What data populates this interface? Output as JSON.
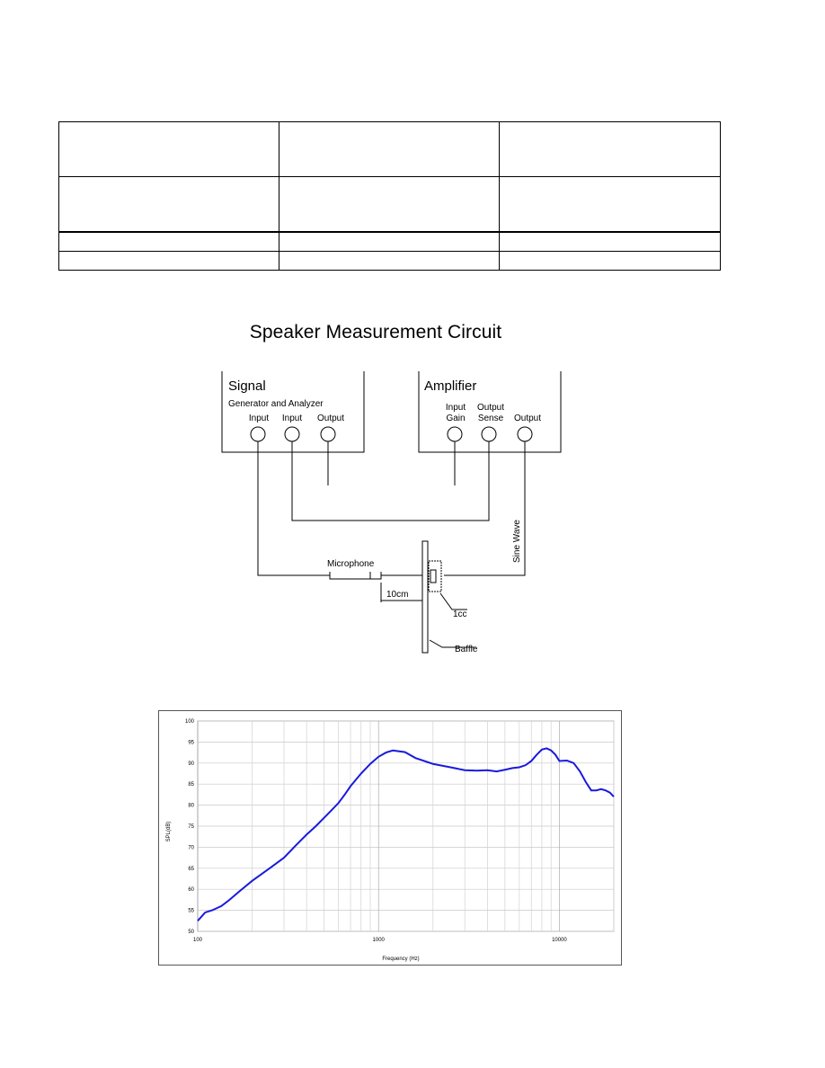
{
  "table": {
    "rows": [
      [
        "",
        "",
        ""
      ],
      [
        "",
        "",
        ""
      ],
      [
        "",
        "",
        ""
      ],
      [
        "",
        "",
        ""
      ]
    ]
  },
  "circuit": {
    "title": "Speaker Measurement Circuit",
    "signal_box": {
      "title": "Signal",
      "subtitle": "Generator and Analyzer",
      "ports": [
        "Input",
        "Input",
        "Output"
      ]
    },
    "amplifier_box": {
      "title": "Amplifier",
      "ports": [
        [
          "Input",
          "Gain"
        ],
        [
          "Output",
          "Sense"
        ],
        [
          "Output"
        ]
      ]
    },
    "labels": {
      "microphone": "Microphone",
      "distance": "10cm",
      "sine_wave": "Sine Wave",
      "volume": "1cc",
      "baffle": "Baffle"
    }
  },
  "chart_data": {
    "type": "line",
    "xlabel": "Frequency (Hz)",
    "ylabel": "SPL(dB)",
    "xscale": "log",
    "xlim": [
      100,
      20000
    ],
    "ylim": [
      50,
      100
    ],
    "xticks": [
      "100",
      "1000",
      "10000"
    ],
    "yticks": [
      "50",
      "55",
      "60",
      "65",
      "70",
      "75",
      "80",
      "85",
      "90",
      "95",
      "100"
    ],
    "grid": true,
    "line_color": "#1a1adc",
    "series": [
      {
        "x": [
          100,
          110,
          120,
          135,
          150,
          170,
          200,
          250,
          300,
          350,
          400,
          450,
          500,
          550,
          600,
          650,
          700,
          800,
          900,
          1000,
          1100,
          1200,
          1400,
          1600,
          2000,
          2500,
          3000,
          3500,
          4000,
          4500,
          5000,
          5500,
          6000,
          6500,
          7000,
          7500,
          8000,
          8500,
          9000,
          9500,
          10000,
          11000,
          12000,
          13000,
          14000,
          15000,
          16000,
          17000,
          18000,
          19000,
          20000
        ],
        "y": [
          52.5,
          54.5,
          55.0,
          56.0,
          57.5,
          59.5,
          62.0,
          65.0,
          67.5,
          70.5,
          73.0,
          75.0,
          77.0,
          78.8,
          80.5,
          82.5,
          84.5,
          87.5,
          89.8,
          91.5,
          92.5,
          93.0,
          92.6,
          91.2,
          89.8,
          89.0,
          88.3,
          88.2,
          88.3,
          88.0,
          88.4,
          88.8,
          89.0,
          89.5,
          90.5,
          92.0,
          93.2,
          93.5,
          93.0,
          92.0,
          90.5,
          90.6,
          90.0,
          88.0,
          85.5,
          83.5,
          83.5,
          83.8,
          83.5,
          83.0,
          82.0
        ]
      }
    ]
  }
}
